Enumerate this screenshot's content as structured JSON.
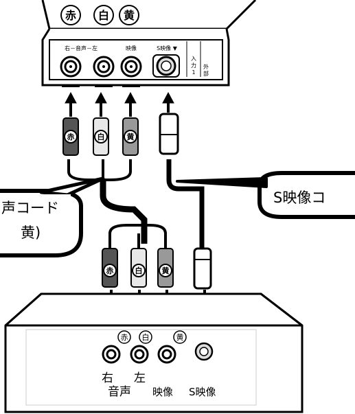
{
  "top_badges": [
    "赤",
    "白",
    "黄"
  ],
  "tv_panel": {
    "audio_label": "右－音声－左",
    "video_label": "映像",
    "svideo_label": "S映像 ▼",
    "input_label_1": "入",
    "input_label_2": "力",
    "input_label_3": "1",
    "external_label_1": "外",
    "external_label_2": "部"
  },
  "plug_labels_upper": [
    "赤",
    "白",
    "黄"
  ],
  "plug_labels_lower": [
    "赤",
    "白",
    "黄"
  ],
  "callouts": {
    "audio_cable_line1": "声コード",
    "audio_cable_line2": "黄)",
    "svideo_cable": "S映像コ"
  },
  "recorder": {
    "badge_labels": [
      "赤",
      "白",
      "黄"
    ],
    "label_right": "右",
    "label_left": "左",
    "label_audio": "音声",
    "label_video": "映像",
    "label_svideo": "S映像"
  }
}
